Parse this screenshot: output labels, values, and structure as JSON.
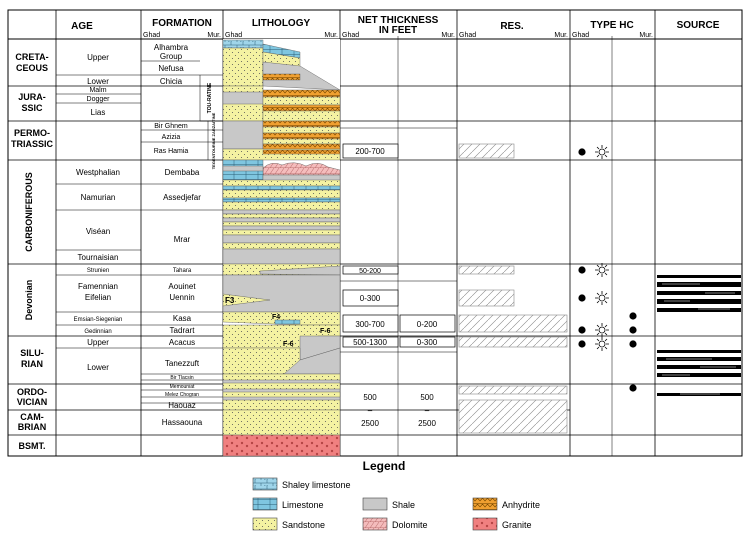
{
  "headers": {
    "age": "AGE",
    "formation": "FORMATION",
    "lithology": "LITHOLOGY",
    "net_thickness": [
      "NET THICKNESS",
      "IN FEET"
    ],
    "res": "RES.",
    "type_hc": "TYPE HC",
    "source": "SOURCE",
    "ghad": "Ghad",
    "mur": "Mur."
  },
  "periods": [
    {
      "label": [
        "CRETA-",
        "CEOUS"
      ]
    },
    {
      "label": [
        "JURA-",
        "SSIC"
      ]
    },
    {
      "label": [
        "PERMO-",
        "TRIASSIC"
      ]
    },
    {
      "label": [
        "CARBONIFEROUS"
      ]
    },
    {
      "label": [
        "Devonian"
      ]
    },
    {
      "label": [
        "SILU-",
        "RIAN"
      ]
    },
    {
      "label": [
        "ORDO-",
        "VICIAN"
      ]
    },
    {
      "label": [
        "CAM-",
        "BRIAN"
      ]
    },
    {
      "label": [
        "BSMT."
      ]
    }
  ],
  "epochs": [
    "Upper",
    "Lower",
    "Malm",
    "Dogger",
    "Lias",
    "Westphalian",
    "Namurian",
    "Viséan",
    "Tournaisian",
    "Strunien",
    "Famennian",
    "Eifelian",
    "Emsian-Siegenian",
    "Gedinnian",
    "Upper",
    "Lower"
  ],
  "formations": [
    "Alhambra",
    "Group",
    "Nefusa",
    "Chicia",
    "Bir Ghnem",
    "Azizia",
    "Ras Hamia",
    "Dembaba",
    "Assedjefar",
    "Mrar",
    "Tahara",
    "Aouinet",
    "Uennin",
    "Kasa",
    "Tadrart",
    "Acacus",
    "Tanezzuft",
    "Bir Tlacsin",
    "Memouniat",
    "Melez Chogran",
    "Haouaz",
    "Hassaouna"
  ],
  "formation_notes": {
    "tou_ratine": "TOU-RATINE",
    "teggutourine": "TEGENTOURINE ZARZAITINE"
  },
  "litho_labels": {
    "f3": "F3",
    "f4": "F4",
    "f6a": "F-6",
    "f6b": "F-6"
  },
  "net_thickness": {
    "permo_ghad": "200-700",
    "strunien_ghad": "50-200",
    "famennian_ghad": "0-300",
    "emsian_ghad": "300-700",
    "emsian_mur": "0-200",
    "acacus_ghad": "500-1300",
    "acacus_mur": "0-300",
    "ordo_ghad": [
      "500",
      "–",
      "2500"
    ],
    "ordo_mur": [
      "500",
      "–",
      "2500"
    ]
  },
  "legend": {
    "title": "Legend",
    "items": [
      "Shaley limestone",
      "Limestone",
      "Shale",
      "Anhydrite",
      "Sandstone",
      "Dolomite",
      "Granite"
    ]
  },
  "colors": {
    "sandstone": "#f4f2a2",
    "limestone": "#7fc6e0",
    "shale": "#c8c8c8",
    "anhydrite": "#f0a030",
    "dolomite": "#f4bcbc",
    "granite": "#f08080"
  }
}
